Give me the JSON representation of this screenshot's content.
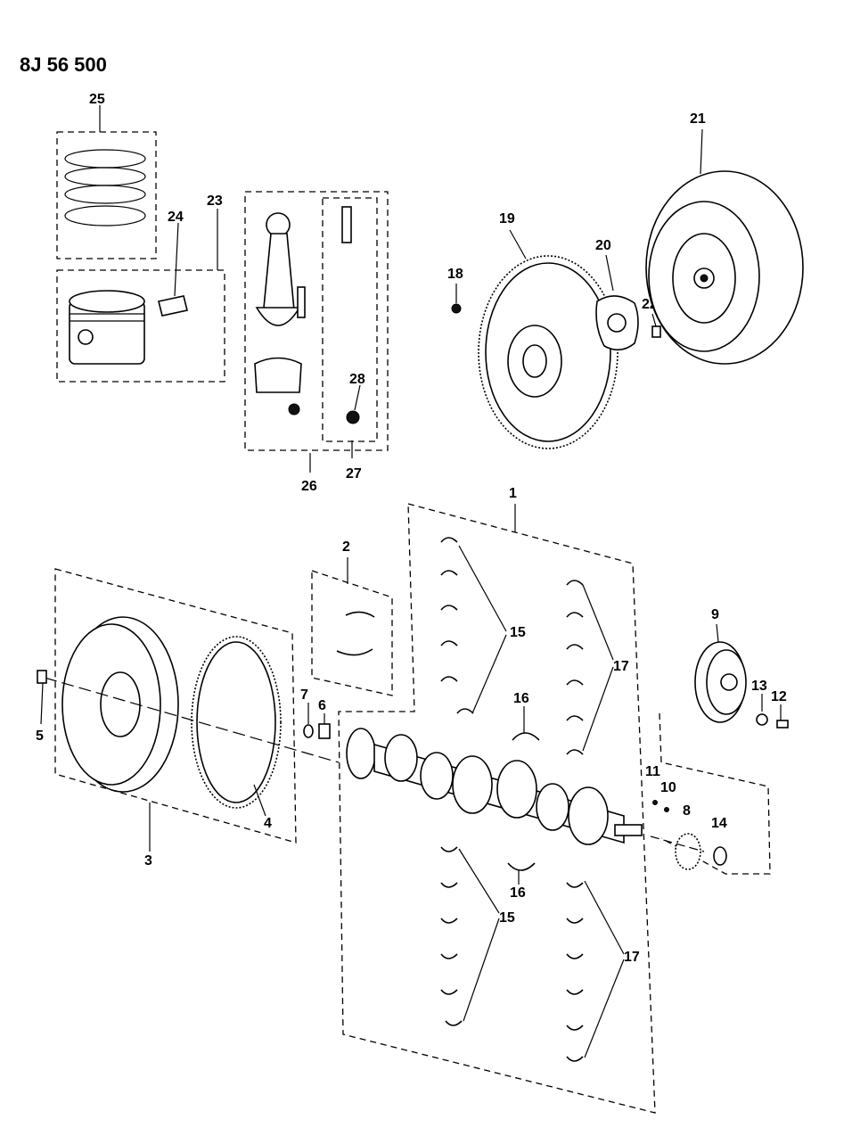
{
  "diagram_id": "8J 56 500",
  "callouts": {
    "c1": "1",
    "c2": "2",
    "c3": "3",
    "c4": "4",
    "c5": "5",
    "c6": "6",
    "c7": "7",
    "c8": "8",
    "c9": "9",
    "c10": "10",
    "c11": "11",
    "c12": "12",
    "c13": "13",
    "c14": "14",
    "c15": "15",
    "c16": "16",
    "c17": "17",
    "c18": "18",
    "c19": "19",
    "c20": "20",
    "c21": "21",
    "c22": "22",
    "c23": "23",
    "c24": "24",
    "c25": "25",
    "c26": "26",
    "c27": "27",
    "c28": "28"
  }
}
